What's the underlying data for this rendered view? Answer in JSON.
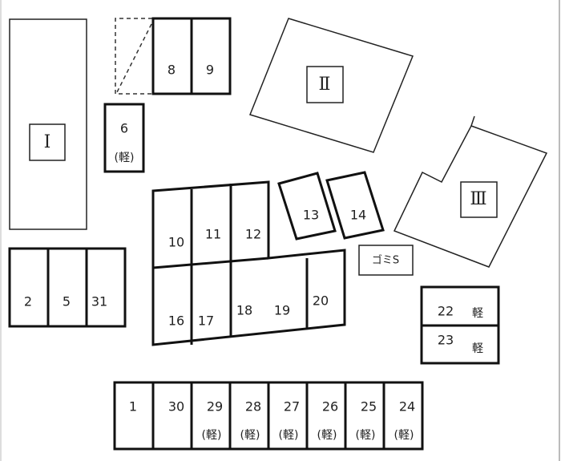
{
  "buildings": [
    {
      "label": "Ⅰ"
    },
    {
      "label": "Ⅱ"
    },
    {
      "label": "Ⅲ"
    }
  ],
  "garbage_area": {
    "label": "ゴミS"
  },
  "spaces": {
    "s1": "1",
    "s2": "2",
    "s5": "5",
    "s6": "6",
    "s8": "8",
    "s9": "9",
    "s10": "10",
    "s11": "11",
    "s12": "12",
    "s13": "13",
    "s14": "14",
    "s16": "16",
    "s17": "17",
    "s18": "18",
    "s19": "19",
    "s20": "20",
    "s22": "22",
    "s23": "23",
    "s24": "24",
    "s25": "25",
    "s26": "26",
    "s27": "27",
    "s28": "28",
    "s29": "29",
    "s30": "30",
    "s31": "31"
  },
  "kei_mark": "(軽)",
  "kei_short": "軽"
}
